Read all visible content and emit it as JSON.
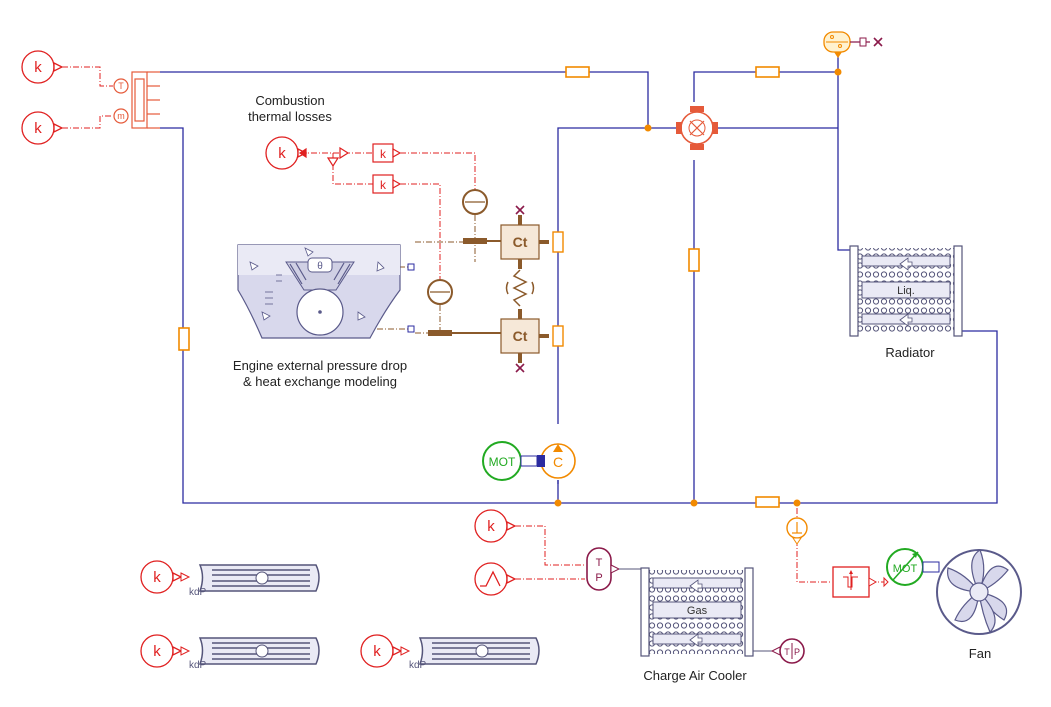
{
  "labels": {
    "combustion": [
      "Combustion",
      "thermal losses"
    ],
    "engine": [
      "Engine external pressure drop",
      "& heat exchange modeling"
    ],
    "radiator": "Radiator",
    "charge_air_cooler": "Charge Air Cooler",
    "fan": "Fan"
  },
  "component_text": {
    "k": "k",
    "mot": "MOT",
    "compressor": "C",
    "ct": "Ct",
    "liquid": "Liq.",
    "gas": "Gas",
    "kdp": "kdP",
    "tp_t": "T",
    "tp_p": "P",
    "t_sensor": "T",
    "p_sensor": "P",
    "theta": "θ"
  },
  "colors": {
    "pipe": "#2b2ba0",
    "signal": "#e02020",
    "orange": "#f28a00",
    "brown": "#8b5a2b",
    "green": "#22aa22",
    "purple": "#8b1a4a",
    "engine": "#5a5a8a"
  }
}
